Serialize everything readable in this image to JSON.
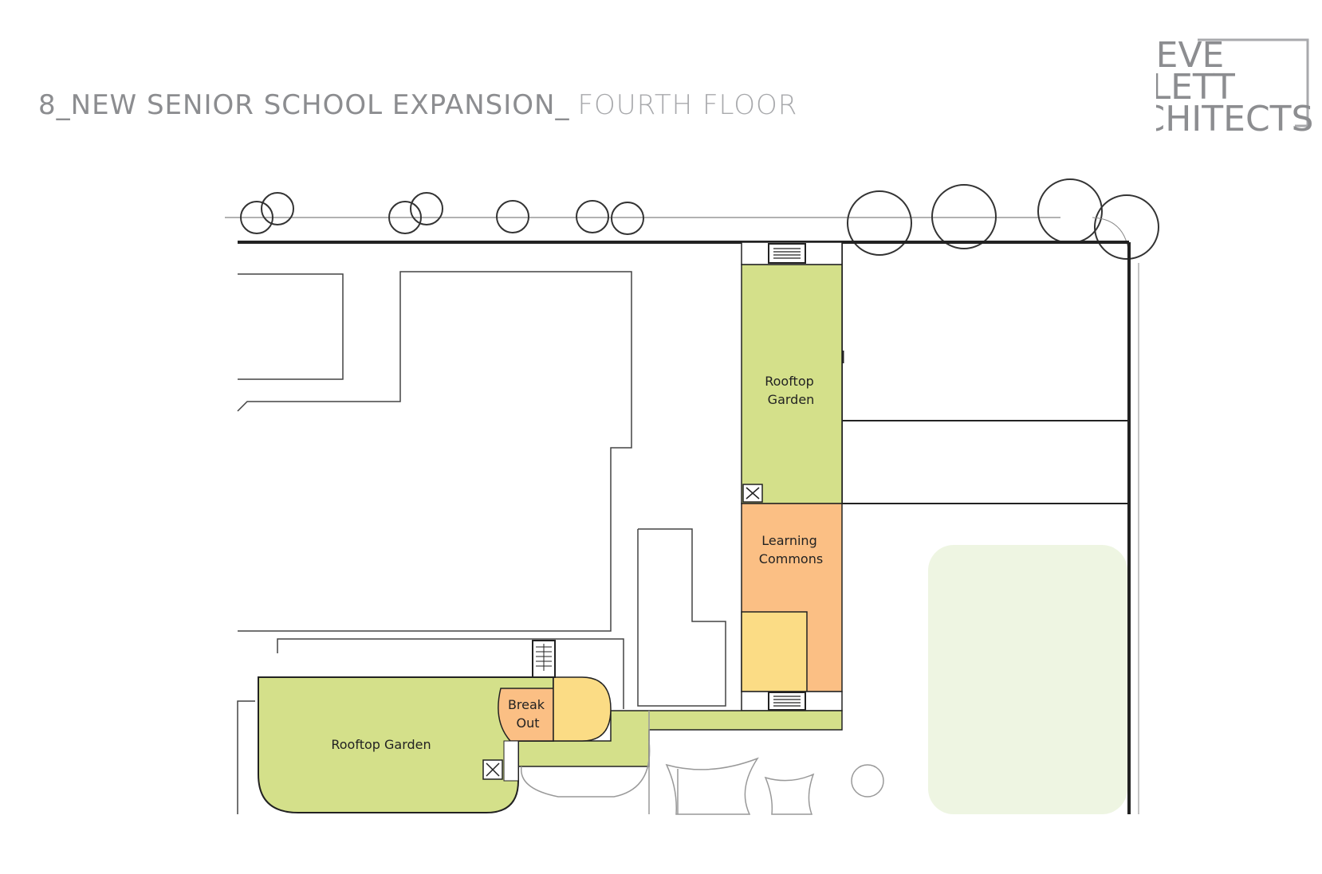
{
  "header": {
    "title": "8_NEW SENIOR SCHOOL EXPANSION_",
    "subtitle": "FOURTH FLOOR"
  },
  "logo": {
    "line1": "GRIEVE",
    "line2": "GILLETT",
    "line3": "ARCHITECTS"
  },
  "rooms": {
    "rooftop_garden_north": [
      "Rooftop",
      "Garden"
    ],
    "learning_commons": [
      "Learning",
      "Commons"
    ],
    "break_out": [
      "Break",
      "Out"
    ],
    "rooftop_garden_south": "Rooftop Garden"
  },
  "colors": {
    "garden": "#d4e08a",
    "commons": "#fbbf84",
    "yellow": "#fbdc85",
    "lawn": "#eef5e2",
    "text_grey": "#8c8d90"
  }
}
